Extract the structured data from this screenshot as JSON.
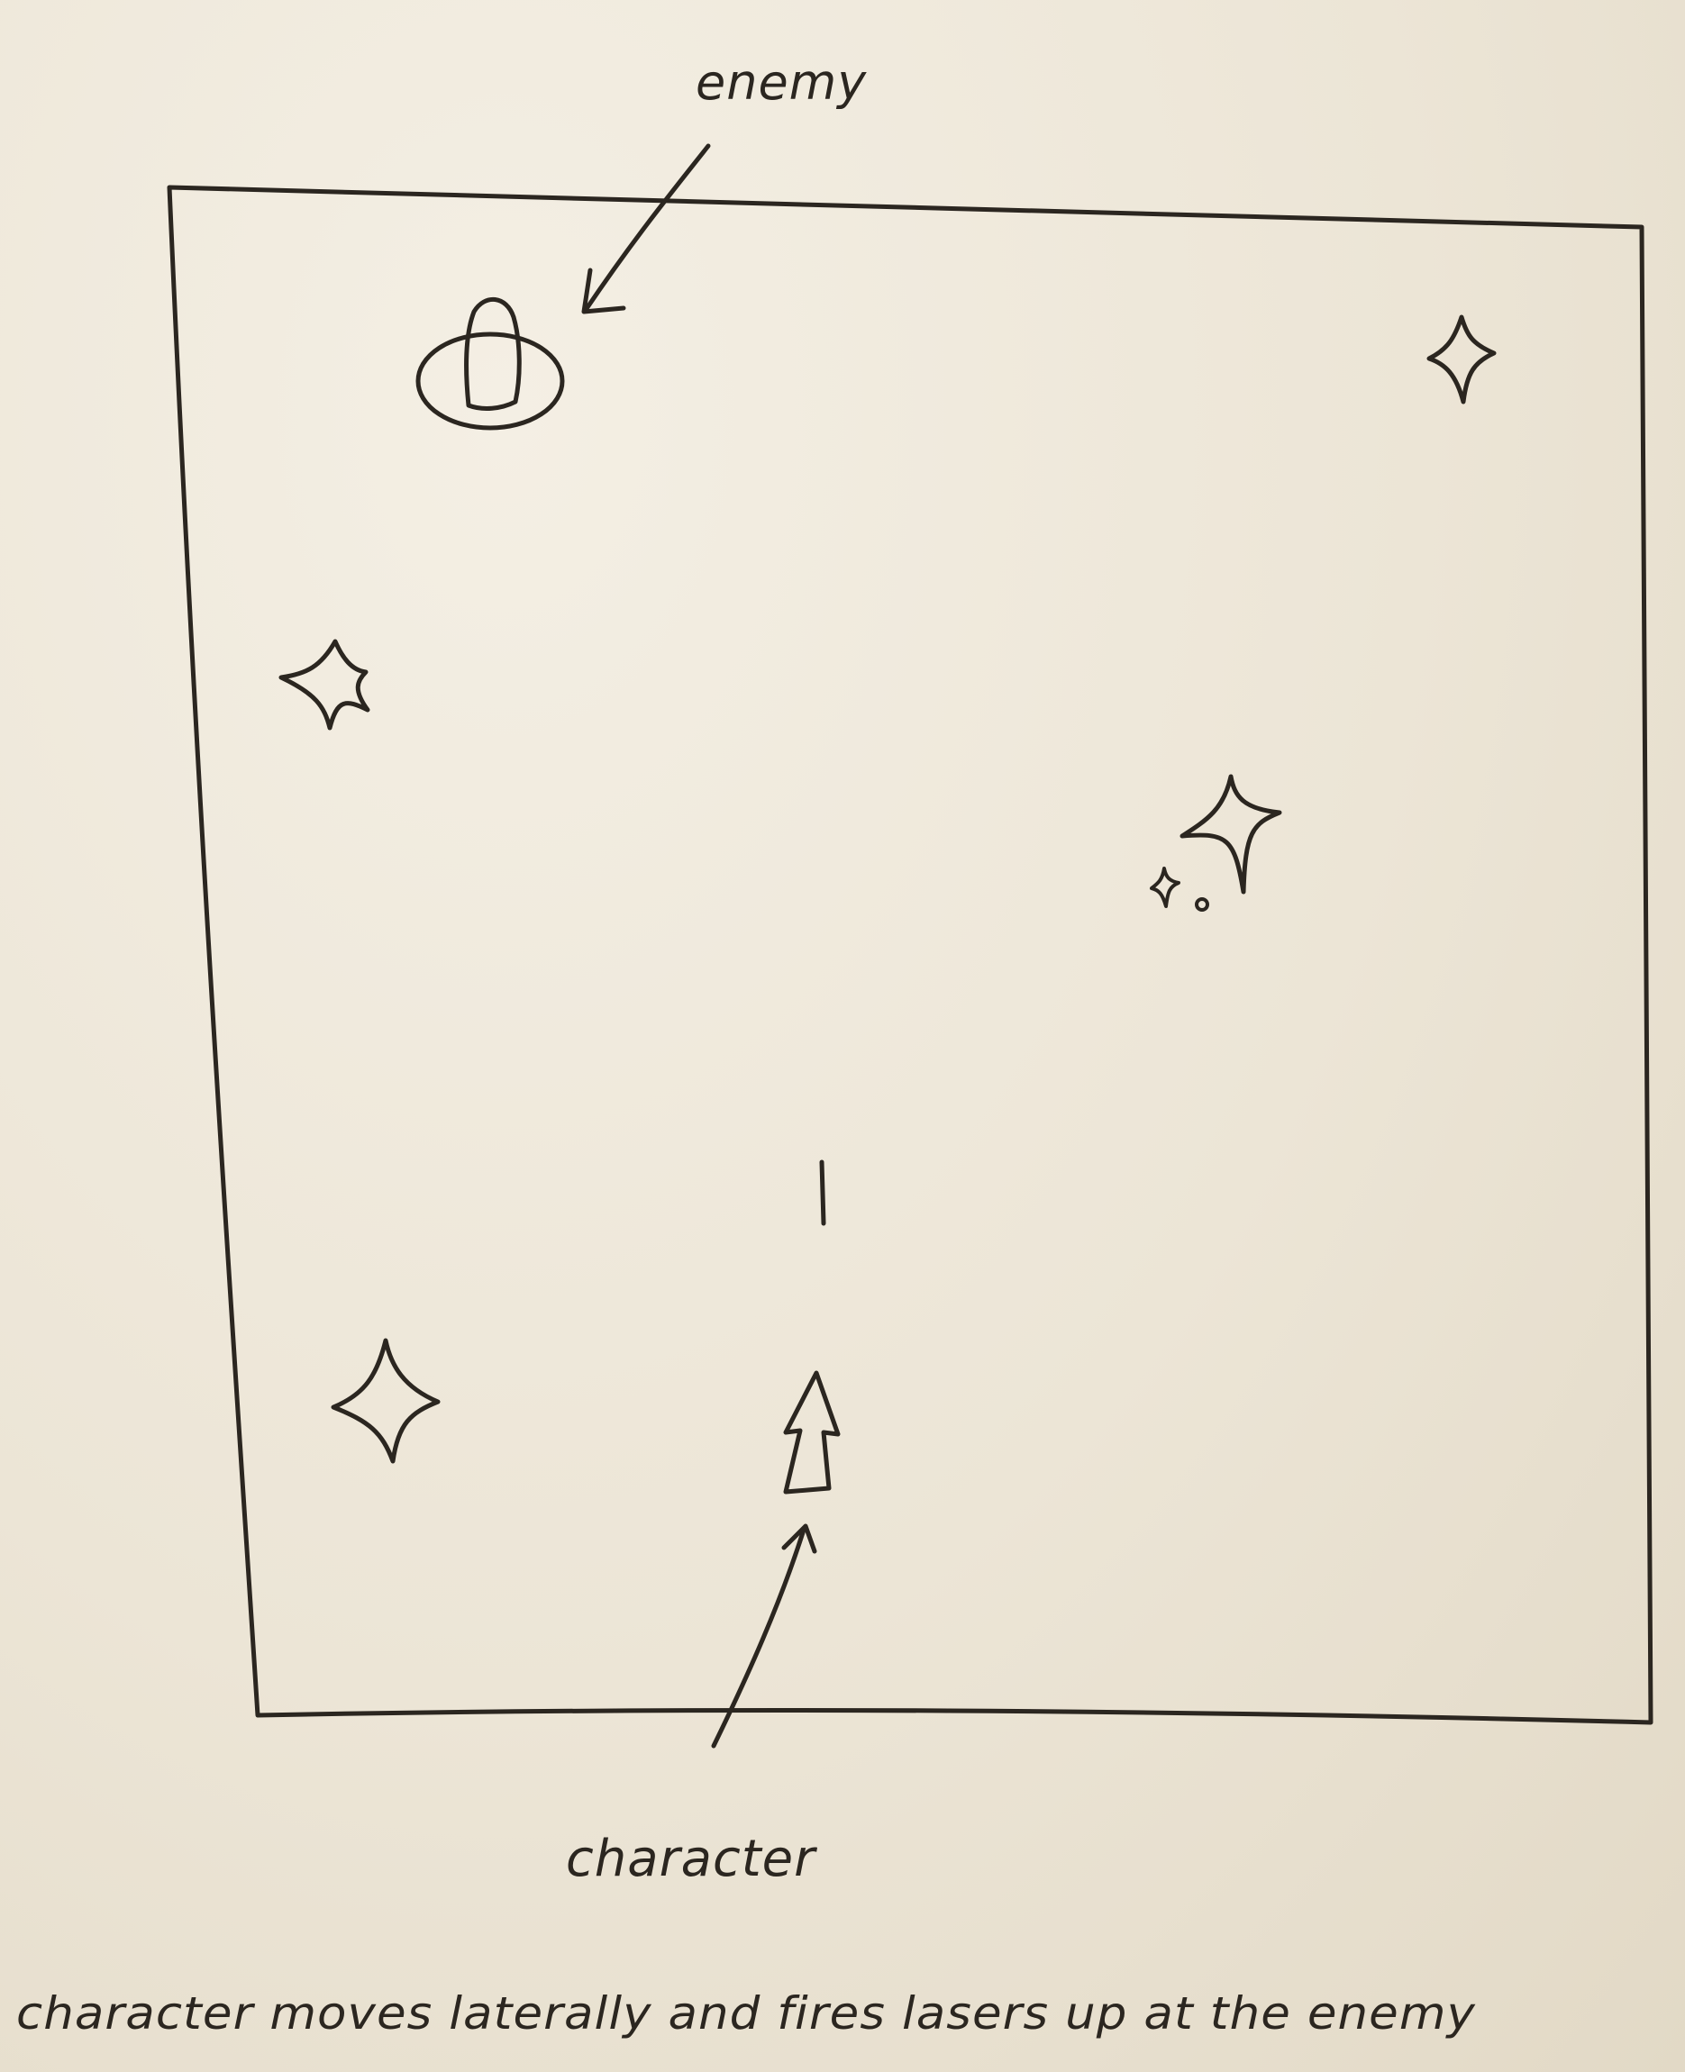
{
  "sketch": {
    "labels": {
      "enemy": "enemy",
      "character": "character",
      "caption": "character moves laterally and fires lasers up at the enemy"
    },
    "colors": {
      "paper": "#efe9dc",
      "ink": "#2b2620"
    },
    "icons": {
      "enemy": "enemy-ship-icon",
      "character": "player-ship-icon",
      "laser": "laser-icon",
      "stars": "star-icon"
    }
  }
}
